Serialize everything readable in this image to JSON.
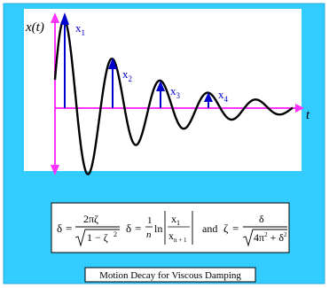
{
  "diagram": {
    "y_axis_label": "x(t)",
    "x_axis_label": "t",
    "peak_labels": [
      {
        "main": "x",
        "sub": "1"
      },
      {
        "main": "x",
        "sub": "2"
      },
      {
        "main": "x",
        "sub": "3"
      },
      {
        "main": "x",
        "sub": "4"
      }
    ],
    "equations": {
      "delta_symbol": "δ",
      "eq1_numerator": "2πζ",
      "eq1_denominator": "1 − ζ",
      "eq1_denominator_exp": "2",
      "eq2_coef_num": "1",
      "eq2_coef_den": "n",
      "eq2_fn": "ln",
      "eq2_num_main": "x",
      "eq2_num_sub": "1",
      "eq2_den_main": "x",
      "eq2_den_sub": "n + 1",
      "and_word": "and",
      "zeta_symbol": "ζ",
      "eq3_numerator": "δ",
      "eq3_den_a": "4π",
      "eq3_den_a_exp": "2",
      "eq3_den_b": " + δ",
      "eq3_den_b_exp": "2"
    },
    "caption": "Motion Decay for Viscous Damping"
  },
  "colors": {
    "panel_bg": "#33ccff",
    "plot_bg": "#ffffff",
    "axis": "#ff33ff",
    "curve": "#000000",
    "arrow": "#0000cc"
  }
}
